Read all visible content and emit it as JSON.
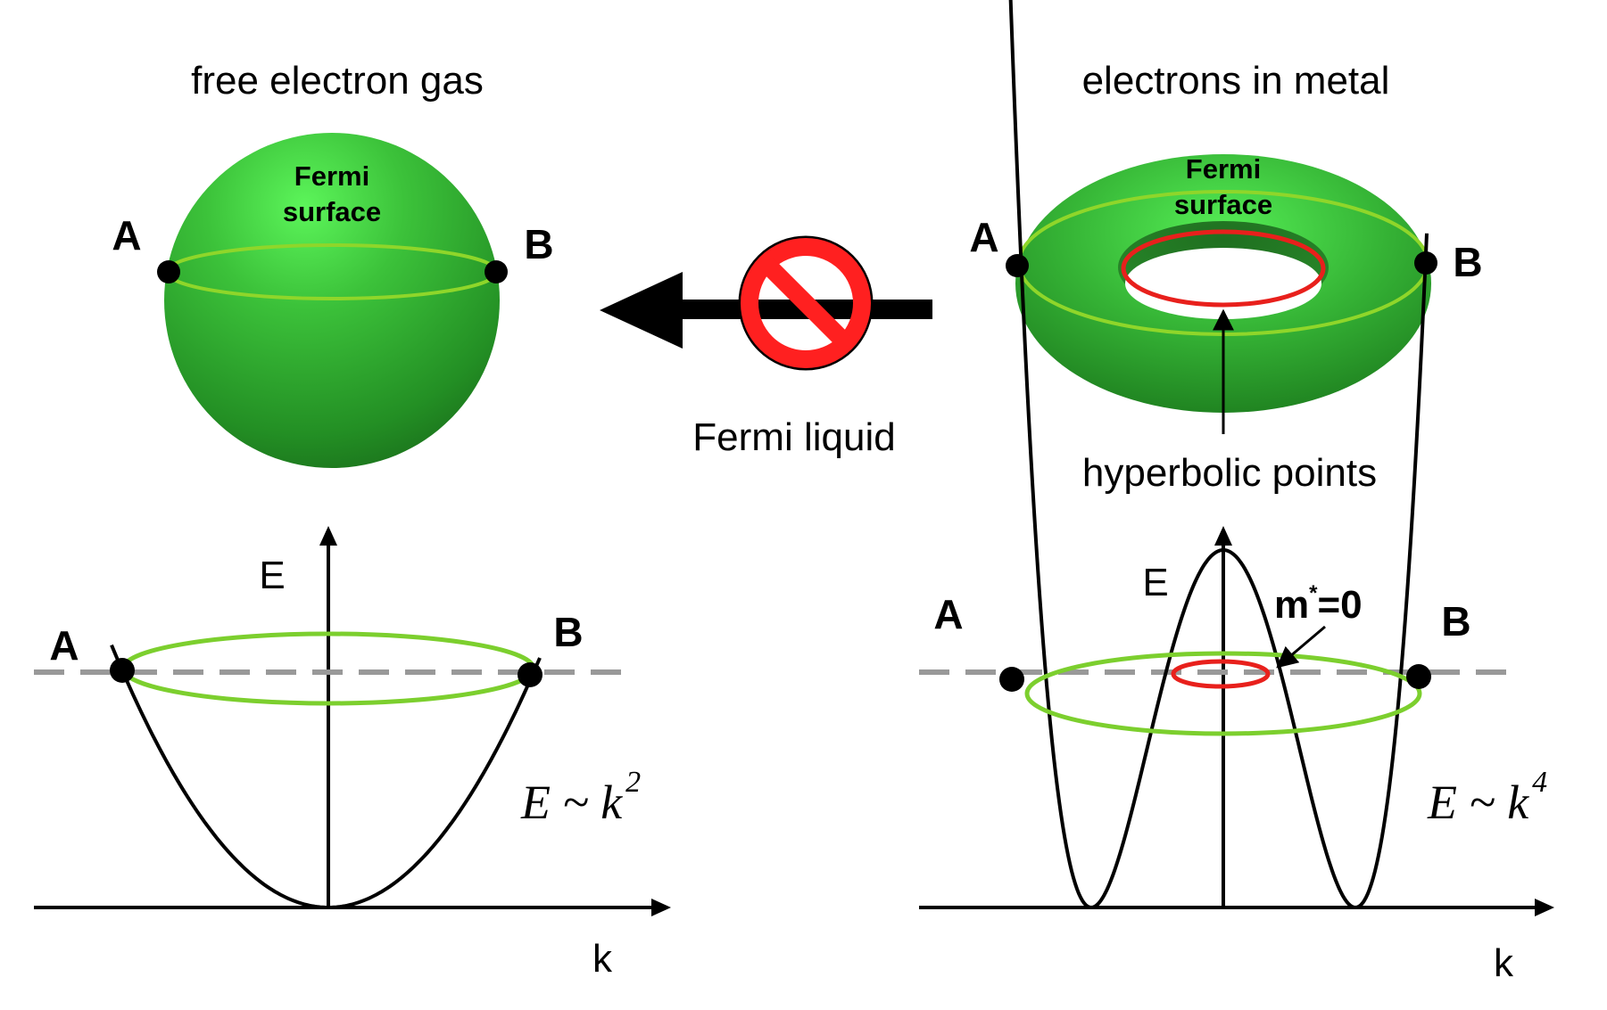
{
  "left": {
    "title": "free electron gas",
    "surface_label_line1": "Fermi",
    "surface_label_line2": "surface",
    "point_a": "A",
    "point_b": "B",
    "axis_e": "E",
    "axis_k": "k",
    "relation_base": "E ~ k",
    "relation_exp": "2"
  },
  "middle": {
    "arrow_label": "Fermi liquid",
    "forbidden_icon": "prohibited-icon"
  },
  "right": {
    "title": "electrons in metal",
    "surface_label_line1": "Fermi",
    "surface_label_line2": "surface",
    "point_a": "A",
    "point_b": "B",
    "hyperbolic_label": "hyperbolic points",
    "axis_e": "E",
    "axis_k": "k",
    "mass_label": "m",
    "mass_star": "*",
    "mass_value": "=0",
    "relation_base": "E ~ k",
    "relation_exp": "4"
  },
  "colors": {
    "surface_green": "#3aa03a",
    "orbit_green": "#7ccf2e",
    "hyperbolic_red": "#e8201c",
    "fermi_level_gray": "#999999",
    "curve_black": "#000000"
  }
}
